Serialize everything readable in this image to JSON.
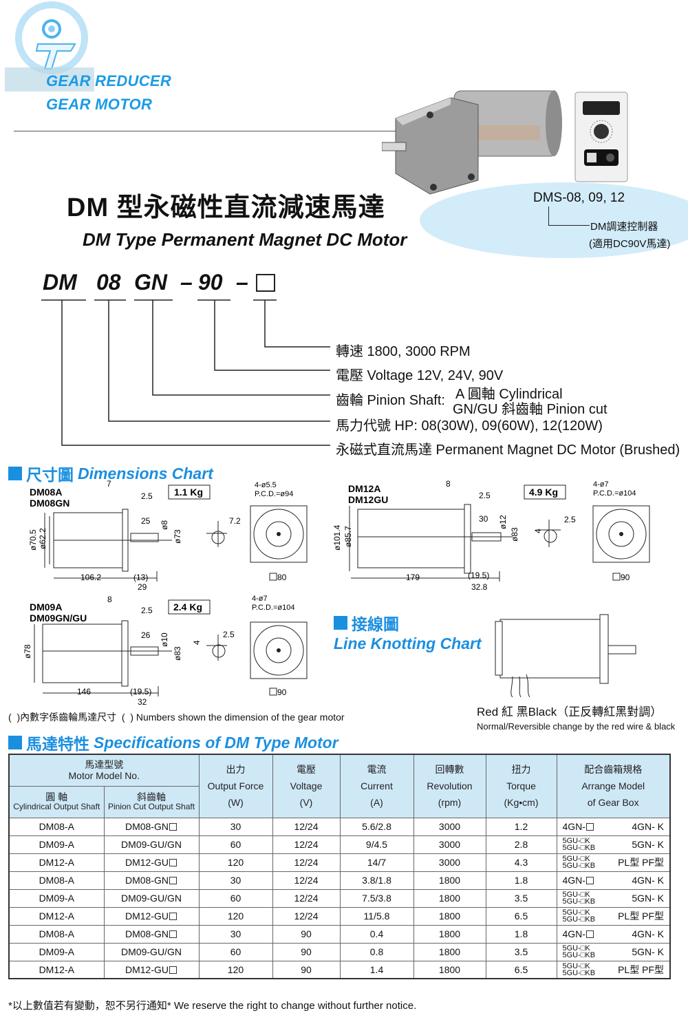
{
  "brand": {
    "line1": "GEAR REDUCER",
    "line2": "GEAR MOTOR"
  },
  "title_zh": "DM 型永磁性直流減速馬達",
  "title_en": "DM Type Permanent Magnet DC Motor",
  "controller": {
    "model": "DMS-08, 09, 12",
    "desc": "DM調速控制器",
    "note": "(適用DC90V馬達)"
  },
  "code": {
    "parts": [
      "DM",
      "08",
      "GN",
      "–",
      "90",
      "–"
    ]
  },
  "legend": [
    {
      "text": "轉速 1800, 3000 RPM"
    },
    {
      "text": "電壓 Voltage 12V, 24V, 90V"
    },
    {
      "text": "齒輪 Pinion Shaft:",
      "a": "A 圓軸 Cylindrical",
      "b": "GN/GU 斜齒軸 Pinion cut"
    },
    {
      "text": "馬力代號 HP: 08(30W), 09(60W), 12(120W)"
    },
    {
      "text": "永磁式直流馬達 Permanent Magnet DC Motor (Brushed)"
    }
  ],
  "dimensions": {
    "zh": "尺寸圖",
    "en": "Dimensions Chart",
    "dm08": {
      "m1": "DM08A",
      "m2": "DM08GN",
      "weight": "1.1 Kg",
      "d1": "7",
      "d2": "2.5",
      "d3": "25",
      "d4": "ø8",
      "d5": "ø73",
      "d6": "ø70.5",
      "d7": "ø62.2",
      "len": "106.2",
      "l2": "(13)",
      "l3": "29",
      "key": "7.2",
      "holes": "4-ø5.5",
      "pcd": "P.C.D.=ø94",
      "sq": "80"
    },
    "dm12": {
      "m1": "DM12A",
      "m2": "DM12GU",
      "weight": "4.9 Kg",
      "d1": "8",
      "d2": "2.5",
      "d3": "30",
      "d4": "ø12",
      "d5": "ø83",
      "d6": "ø101.4",
      "d7": "ø85.7",
      "len": "179",
      "l2": "(19.5)",
      "l3": "32.8",
      "key": "2.5",
      "k4": "4",
      "holes": "4-ø7",
      "pcd": "P.C.D.=ø104",
      "sq": "90"
    },
    "dm09": {
      "m1": "DM09A",
      "m2": "DM09GN/GU",
      "weight": "2.4 Kg",
      "d1": "8",
      "d2": "2.5",
      "d3": "26",
      "d4": "ø10",
      "d5": "ø83",
      "d6": "ø78",
      "len": "146",
      "l2": "(19.5)",
      "l3": "32",
      "key": "2.5",
      "k4": "4",
      "holes": "4-ø7",
      "pcd": "P.C.D.=ø104",
      "sq": "90"
    },
    "note": "(  )內數字係齒輪馬達尺寸  (  ) Numbers shown the dimension of the gear motor"
  },
  "wiring": {
    "zh": "接線圖",
    "en": "Line Knotting Chart",
    "colors": "Red 紅 黑Black（正反轉紅黑對調）",
    "note": "Normal/Reversible change by the red wire & black"
  },
  "specs": {
    "zh": "馬達特性",
    "en": "Specifications of DM Type Motor",
    "headers": {
      "model_zh": "馬達型號",
      "model_en": "Motor Model No.",
      "cyl_zh": "圓  軸",
      "cyl_en": "Cylindrical Output Shaft",
      "pin_zh": "斜齒軸",
      "pin_en": "Pinion Cut Output Shaft",
      "out_zh": "出力",
      "out_en": "Output Force",
      "out_u": "(W)",
      "volt_zh": "電壓",
      "volt_en": "Voltage",
      "volt_u": "(V)",
      "cur_zh": "電流",
      "cur_en": "Current",
      "cur_u": "(A)",
      "rev_zh": "回轉數",
      "rev_en": "Revolution",
      "rev_u": "(rpm)",
      "tq_zh": "扭力",
      "tq_en": "Torque",
      "tq_u": "(Kg•cm)",
      "gb_zh": "配合齒箱規格",
      "gb_en": "Arrange Model",
      "gb_en2": "of Gear Box"
    },
    "rows": [
      [
        "DM08-A",
        "DM08-GN",
        "30",
        "12/24",
        "5.6/2.8",
        "3000",
        "1.2",
        "4GN-",
        "4GN- K"
      ],
      [
        "DM09-A",
        "DM09-GU/GN",
        "60",
        "12/24",
        "9/4.5",
        "3000",
        "2.8",
        "5GU",
        "5GN- K"
      ],
      [
        "DM12-A",
        "DM12-GU",
        "120",
        "12/24",
        "14/7",
        "3000",
        "4.3",
        "5GU",
        "PL型 PF型"
      ],
      [
        "DM08-A",
        "DM08-GN",
        "30",
        "12/24",
        "3.8/1.8",
        "1800",
        "1.8",
        "4GN-",
        "4GN- K"
      ],
      [
        "DM09-A",
        "DM09-GU/GN",
        "60",
        "12/24",
        "7.5/3.8",
        "1800",
        "3.5",
        "5GU",
        "5GN- K"
      ],
      [
        "DM12-A",
        "DM12-GU",
        "120",
        "12/24",
        "11/5.8",
        "1800",
        "6.5",
        "5GU",
        "PL型 PF型"
      ],
      [
        "DM08-A",
        "DM08-GN",
        "30",
        "90",
        "0.4",
        "1800",
        "1.8",
        "4GN-",
        "4GN- K"
      ],
      [
        "DM09-A",
        "DM09-GU/GN",
        "60",
        "90",
        "0.8",
        "1800",
        "3.5",
        "5GU",
        "5GN- K"
      ],
      [
        "DM12-A",
        "DM12-GU",
        "120",
        "90",
        "1.4",
        "1800",
        "6.5",
        "5GU",
        "PL型 PF型"
      ]
    ],
    "stack_k": "5GU-□K",
    "stack_kb": "5GU-□KB"
  },
  "footer": "*以上數值若有變動，恕不另行通知*   We reserve the right to change without further notice."
}
